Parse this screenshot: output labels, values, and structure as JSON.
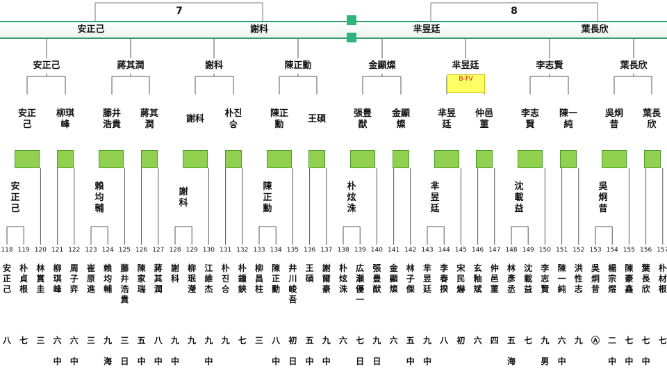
{
  "group_numbers": [
    "7",
    "8"
  ],
  "band_names": [
    "安正己",
    "謝科",
    "芈昱廷",
    "葉長欣"
  ],
  "round2": [
    "安正己",
    "蔣其潤",
    "謝科",
    "陳正勳",
    "金顯燦",
    "芈昱廷",
    "李志賢",
    "葉長欣"
  ],
  "round3": [
    "安正\n己",
    "柳琪\n峰",
    "藤井\n浩貴",
    "蔣其\n潤",
    "謝科",
    "朴진\n승",
    "陳正\n勳",
    "王碩",
    "張豊\n猷",
    "金顯\n燦",
    "芈昱\n廷",
    "仲邑\n菫",
    "李志\n賢",
    "陳一\n純",
    "吳炯\n昔",
    "葉長\n欣"
  ],
  "btv_label": "B-TV",
  "round4": [
    "安\n正\n己",
    "賴\n均\n輔",
    "謝\n科",
    "陳\n正\n勳",
    "朴\n炫\n洙",
    "芈\n昱\n廷",
    "沈\n載\n益",
    "吳\n炯\n昔"
  ],
  "players": [
    {
      "seed": "118",
      "name": "安\n正\n己",
      "rank": "八",
      "region": ""
    },
    {
      "seed": "119",
      "name": "朴\n貞\n根",
      "rank": "七",
      "region": ""
    },
    {
      "seed": "120",
      "name": "林\n賞\n圭",
      "rank": "三",
      "region": ""
    },
    {
      "seed": "121",
      "name": "柳\n琪\n峰",
      "rank": "六",
      "region": "中"
    },
    {
      "seed": "122",
      "name": "周\n子\n弈",
      "rank": "六",
      "region": "中"
    },
    {
      "seed": "123",
      "name": "崔\n原\n進",
      "rank": "三",
      "region": ""
    },
    {
      "seed": "124",
      "name": "賴\n均\n輔",
      "rank": "九",
      "region": "海"
    },
    {
      "seed": "125",
      "name": "藤\n井\n浩\n貴",
      "rank": "三",
      "region": "日"
    },
    {
      "seed": "126",
      "name": "陳\n家\n瑞",
      "rank": "五",
      "region": "中"
    },
    {
      "seed": "127",
      "name": "蔣\n其\n潤",
      "rank": "八",
      "region": "中"
    },
    {
      "seed": "128",
      "name": "謝\n科",
      "rank": "九",
      "region": "中"
    },
    {
      "seed": "129",
      "name": "柳\n珉\n瀅",
      "rank": "九",
      "region": ""
    },
    {
      "seed": "130",
      "name": "江\n維\n杰",
      "rank": "九",
      "region": "中"
    },
    {
      "seed": "131",
      "name": "朴\n진\n승",
      "rank": "九",
      "region": ""
    },
    {
      "seed": "132",
      "name": "朴\n鍾\n鋏",
      "rank": "七",
      "region": ""
    },
    {
      "seed": "133",
      "name": "柳\n昌\n柱",
      "rank": "三",
      "region": ""
    },
    {
      "seed": "134",
      "name": "陳\n正\n勳",
      "rank": "八",
      "region": "中"
    },
    {
      "seed": "135",
      "name": "井\n川\n峻\n吾",
      "rank": "初",
      "region": "日"
    },
    {
      "seed": "136",
      "name": "王\n碩",
      "rank": "五",
      "region": "中"
    },
    {
      "seed": "137",
      "name": "謝\n爾\n豪",
      "rank": "九",
      "region": "中"
    },
    {
      "seed": "138",
      "name": "朴\n炫\n洙",
      "rank": "六",
      "region": ""
    },
    {
      "seed": "139",
      "name": "広\n瀬\n優\n一",
      "rank": "七",
      "region": "日"
    },
    {
      "seed": "140",
      "name": "張\n豊\n猷",
      "rank": "九",
      "region": "日"
    },
    {
      "seed": "141",
      "name": "金\n顯\n燦",
      "rank": "六",
      "region": ""
    },
    {
      "seed": "142",
      "name": "林\n子\n傑",
      "rank": "五",
      "region": "中"
    },
    {
      "seed": "143",
      "name": "芈\n昱\n廷",
      "rank": "九",
      "region": "中"
    },
    {
      "seed": "144",
      "name": "李\n春\n揆",
      "rank": "八",
      "region": ""
    },
    {
      "seed": "145",
      "name": "宋\n民\n爀",
      "rank": "初",
      "region": ""
    },
    {
      "seed": "146",
      "name": "玄\n釉\n斌",
      "rank": "六",
      "region": ""
    },
    {
      "seed": "147",
      "name": "仲\n邑\n菫",
      "rank": "四",
      "region": ""
    },
    {
      "seed": "148",
      "name": "林\n彥\n丞",
      "rank": "五",
      "region": "海"
    },
    {
      "seed": "149",
      "name": "沈\n載\n益",
      "rank": "七",
      "region": ""
    },
    {
      "seed": "150",
      "name": "李\n志\n賢",
      "rank": "九",
      "region": "男"
    },
    {
      "seed": "151",
      "name": "陳\n一\n純",
      "rank": "六",
      "region": "中"
    },
    {
      "seed": "152",
      "name": "洪\n性\n志",
      "rank": "九",
      "region": ""
    },
    {
      "seed": "153",
      "name": "吳\n炯\n昔",
      "rank": "Ⓐ",
      "region": ""
    },
    {
      "seed": "154",
      "name": "楊\n宗\n煜",
      "rank": "二",
      "region": "中"
    },
    {
      "seed": "155",
      "name": "陳\n豪\n鑫",
      "rank": "七",
      "region": "中"
    },
    {
      "seed": "156",
      "name": "葉\n長\n欣",
      "rank": "七",
      "region": "中"
    },
    {
      "seed": "157",
      "name": "朴\n材\n根",
      "rank": "七",
      "region": ""
    }
  ]
}
